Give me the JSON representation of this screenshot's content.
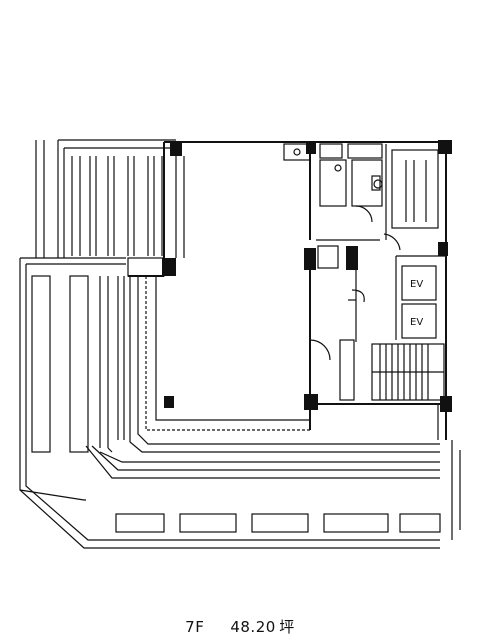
{
  "plan": {
    "floor": "7F",
    "area": "48.20",
    "unit": "坪",
    "labels": {
      "ev_1": "EV",
      "ev_2": "EV"
    }
  }
}
